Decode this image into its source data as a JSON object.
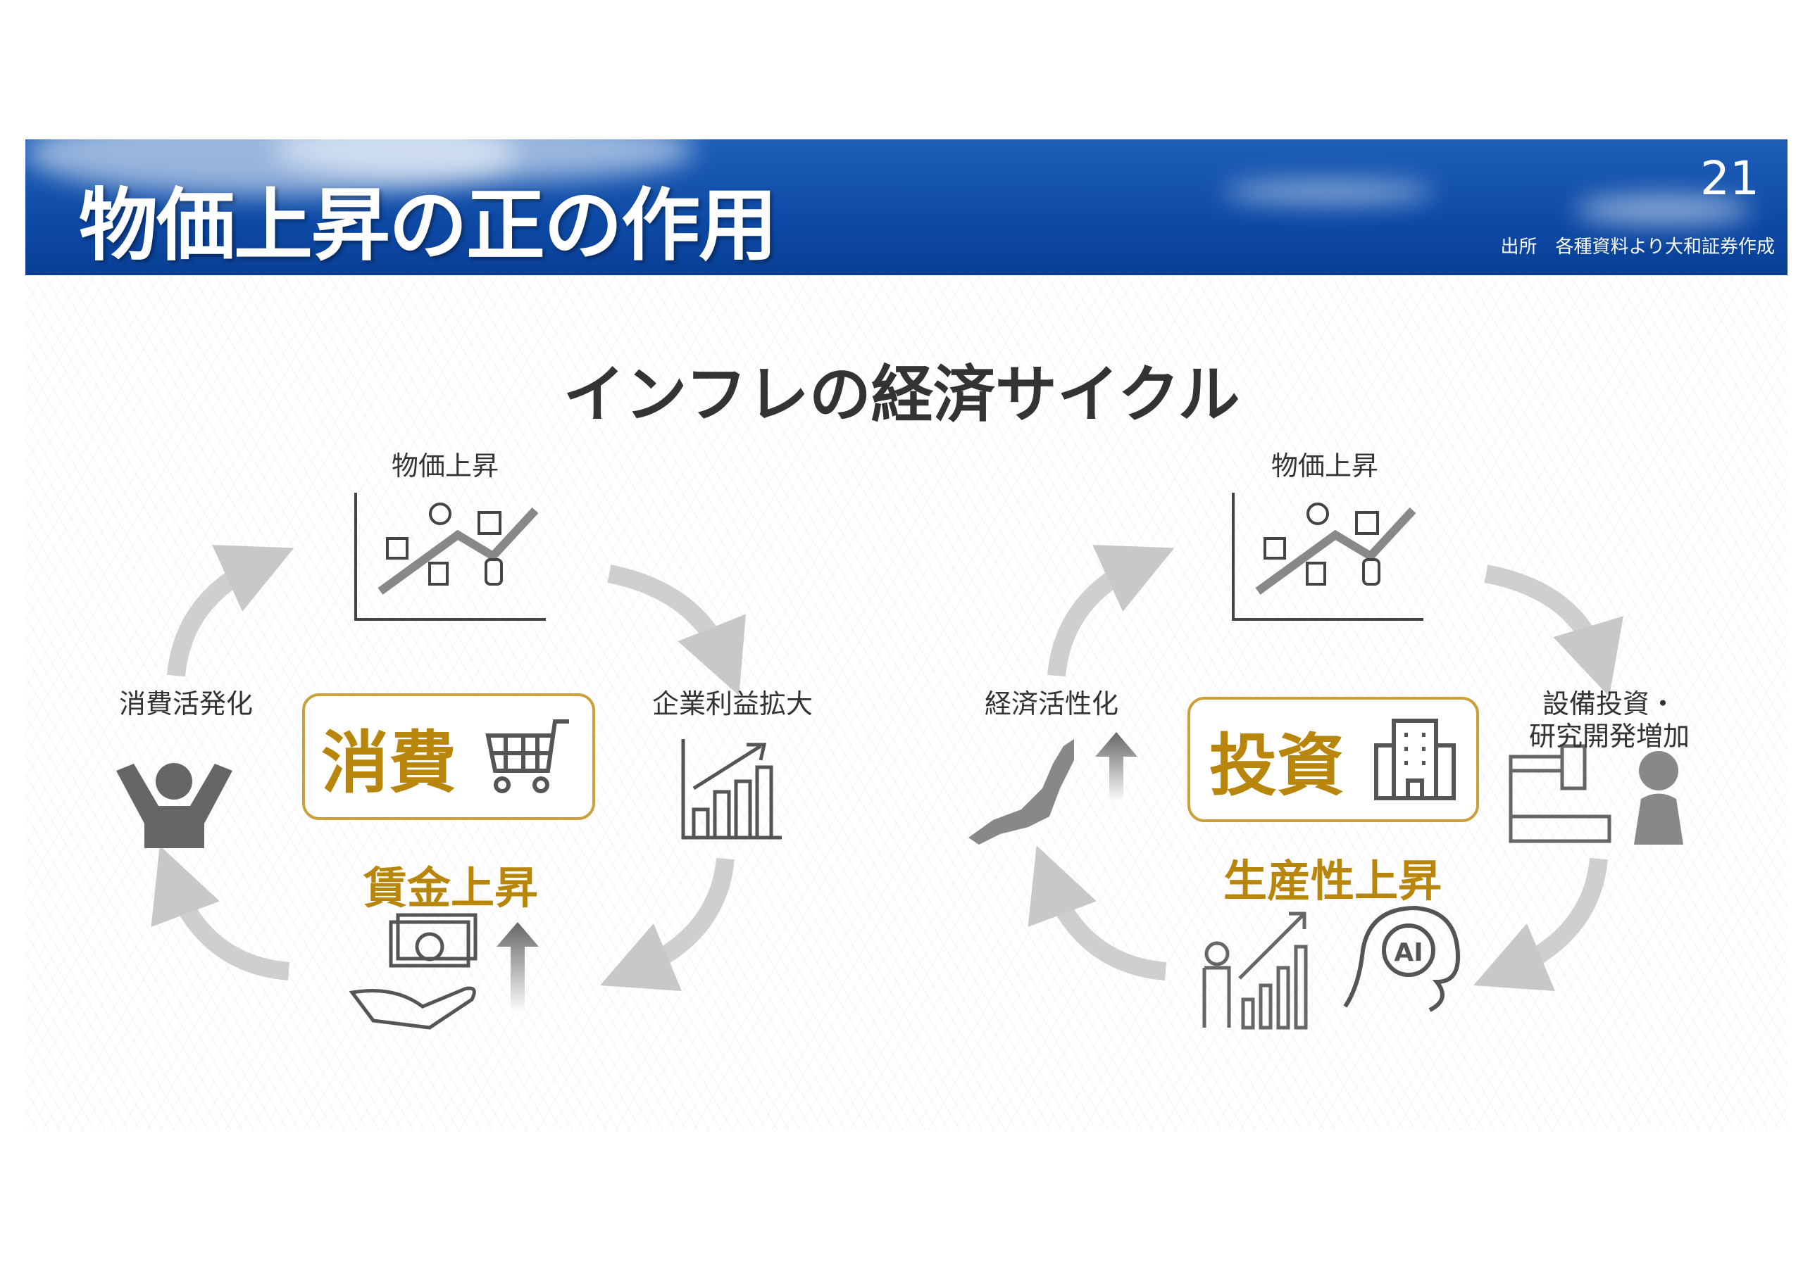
{
  "header": {
    "title": "物価上昇の正の作用",
    "page_number": "21",
    "source": "出所　各種資料より大和証券作成"
  },
  "subtitle": "インフレの経済サイクル",
  "left_cycle": {
    "price_rise": "物価上昇",
    "center_box": "消費",
    "profit": "企業利益拡大",
    "wage": "賃金上昇",
    "consumption": "消費活発化"
  },
  "right_cycle": {
    "price_rise": "物価上昇",
    "center_box": "投資",
    "investment": "設備投資・",
    "investment_line2": "研究開発増加",
    "productivity": "生産性上昇",
    "economy": "経済活性化",
    "ai_label": "AI"
  },
  "colors": {
    "header_blue": "#0d4aa6",
    "gold": "#b8860b",
    "box_border": "#c9a03a",
    "arrow_gray": "#c8c8c8",
    "icon_gray": "#666666"
  }
}
